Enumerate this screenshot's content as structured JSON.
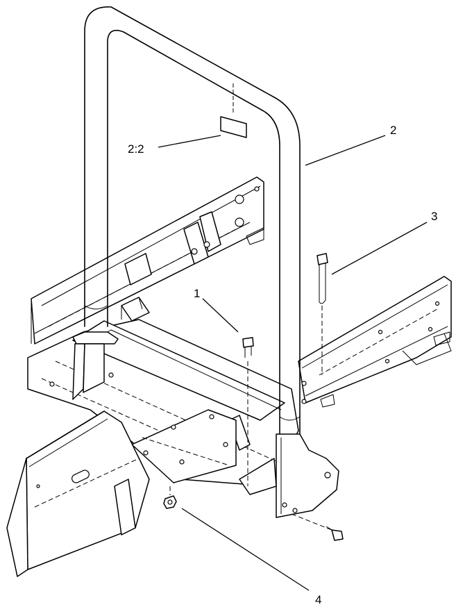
{
  "callouts": {
    "decal": "2:2",
    "rollbar": "2",
    "long_bolt": "3",
    "short_bolt": "1",
    "nut": "4"
  }
}
